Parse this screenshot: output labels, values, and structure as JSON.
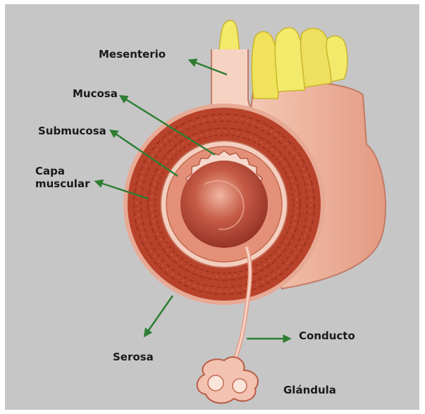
{
  "labels": {
    "mesenterio": "Mesenterio",
    "mucosa": "Mucosa",
    "submucosa": "Submucosa",
    "capa_line1": "Capa",
    "capa_line2": "muscular",
    "serosa": "Serosa",
    "conducto": "Conducto",
    "glandula": "Glándula"
  },
  "colors": {
    "background": "#c6c6c6",
    "arrow": "#2e7d32",
    "muscle": "#b8422a",
    "fat": "#efe66a",
    "lumen": "#a83a2a",
    "serosa_pale": "#f3c6b0"
  }
}
